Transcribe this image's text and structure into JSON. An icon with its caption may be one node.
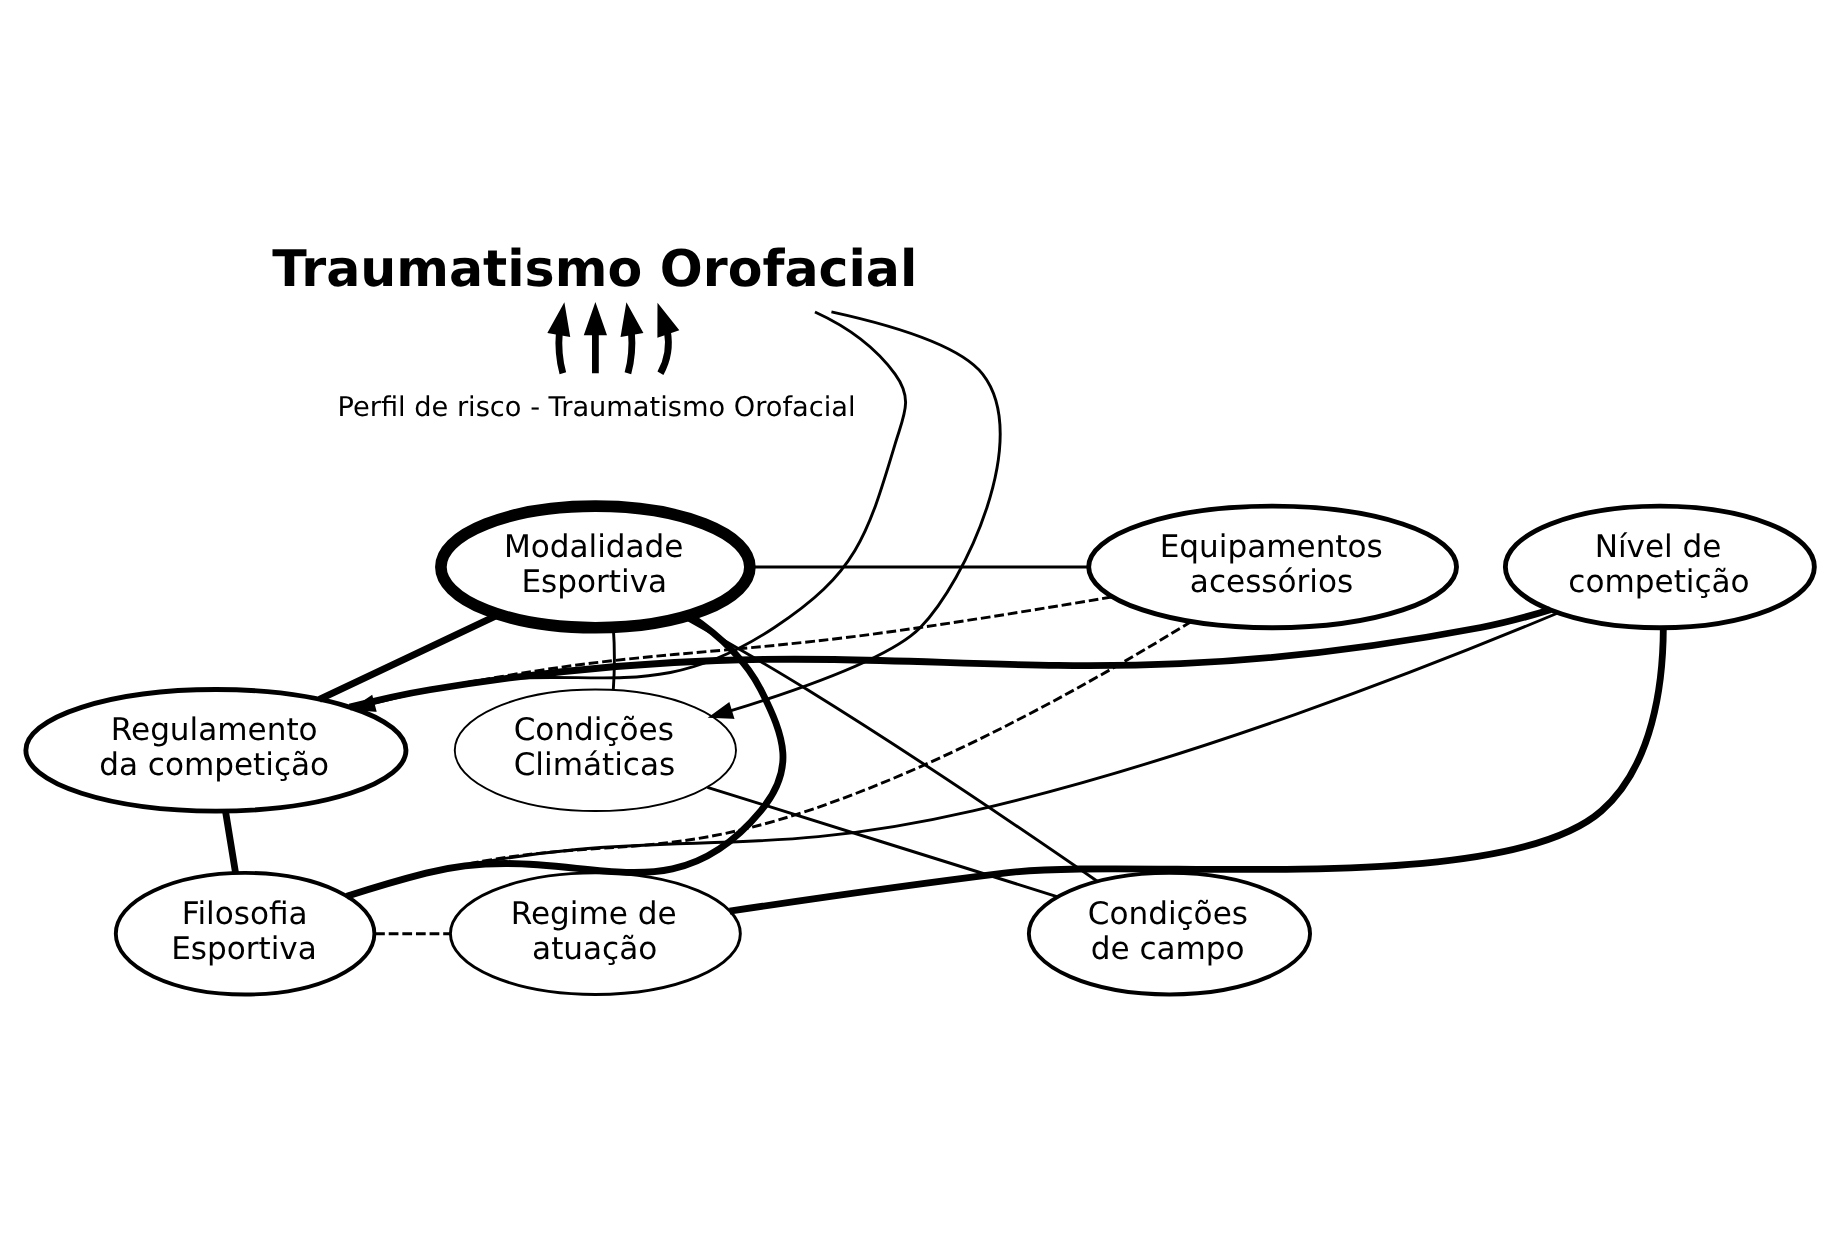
{
  "diagram": {
    "nodes": [
      {
        "text": [
          "Traumatismo Orofacial"
        ]
      },
      {
        "text": [
          "Perfil de risco - Traumatismo Orofacial"
        ]
      },
      {
        "text": [
          "Equipamentos acessórios"
        ]
      },
      {
        "text": [
          "Modalidade Esportiva"
        ]
      },
      {
        "text": [
          "Nível de competição"
        ]
      },
      {
        "text": [
          "Regulamento da competição"
        ]
      },
      {
        "text": [
          "Condições Climáticas"
        ]
      },
      {
        "text": [
          "Filosofia Esportiva"
        ]
      },
      {
        "text": [
          "Regime de atuação"
        ]
      },
      {
        "text": [
          "Condições de campo"
        ]
      }
    ],
    "edges": [
      {
        "from": 1,
        "to": 0,
        "arrow": "to",
        "style": "thick"
      },
      {
        "from": 1,
        "to": 0,
        "arrow": "to",
        "style": "thick"
      },
      {
        "from": 1,
        "to": 0,
        "arrow": "to",
        "style": "thick"
      },
      {
        "from": 1,
        "to": 0,
        "arrow": "to",
        "style": "thick"
      },
      {
        "from": 0,
        "to": 5,
        "arrow": "to"
      },
      {
        "from": 0,
        "to": 6,
        "arrow": "to"
      },
      {
        "from": 5,
        "to": 2,
        "arrow": "none",
        "style": "dashed"
      },
      {
        "from": 2,
        "to": 3,
        "arrow": "none"
      },
      {
        "from": 2,
        "to": 7,
        "arrow": "none",
        "style": "dashed"
      },
      {
        "from": 5,
        "to": 3,
        "arrow": "none",
        "style": "thick"
      },
      {
        "from": 5,
        "to": 4,
        "arrow": "none",
        "style": "thick"
      },
      {
        "from": 5,
        "to": 7,
        "arrow": "none",
        "style": "thick"
      },
      {
        "from": 7,
        "to": 3,
        "arrow": "none",
        "style": "thick"
      },
      {
        "from": 7,
        "to": 4,
        "arrow": "none"
      },
      {
        "from": 7,
        "to": 8,
        "arrow": "none",
        "style": "dashed"
      },
      {
        "from": 8,
        "to": 4,
        "arrow": "none",
        "style": "thick"
      },
      {
        "from": 3,
        "to": 6,
        "arrow": "none"
      },
      {
        "from": 3,
        "to": 9,
        "arrow": "none"
      },
      {
        "from": 9,
        "to": 6,
        "arrow": "none"
      }
    ]
  }
}
